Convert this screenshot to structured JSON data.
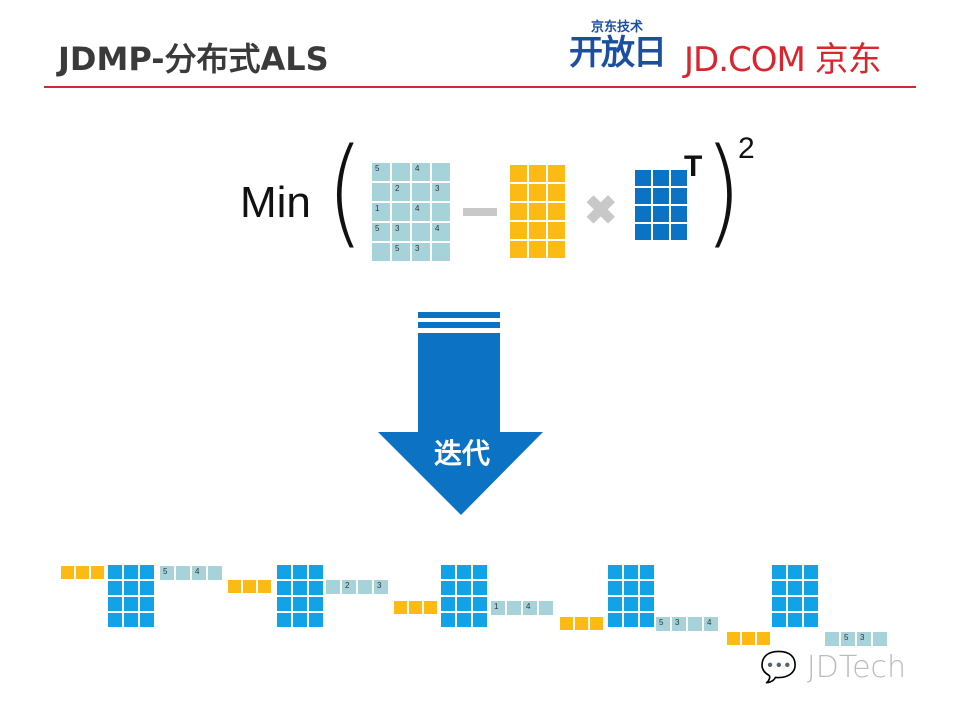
{
  "header": {
    "title": "JDMP-分布式ALS",
    "logo_event_small": "京东技术",
    "logo_event_big": "开放日",
    "logo_brand": "JD.COM 京东"
  },
  "formula": {
    "min_label": "Min",
    "transpose_label": "T",
    "exponent": "2",
    "ratings": [
      [
        "5",
        "",
        "4",
        ""
      ],
      [
        "",
        "2",
        "",
        "3"
      ],
      [
        "1",
        "",
        "4",
        ""
      ],
      [
        "5",
        "3",
        "",
        "4"
      ],
      [
        "",
        "5",
        "3",
        ""
      ]
    ],
    "user_factor_shape": [
      5,
      3
    ],
    "item_factor_shape": [
      4,
      3
    ]
  },
  "arrow": {
    "label": "迭代"
  },
  "watermark": "JDTech",
  "colors": {
    "ratings": "#a6d3d9",
    "user_factors": "#fbbb14",
    "item_factors": "#0c72c4",
    "item_factors_light": "#12a2e8",
    "brand_red": "#d9262e"
  }
}
